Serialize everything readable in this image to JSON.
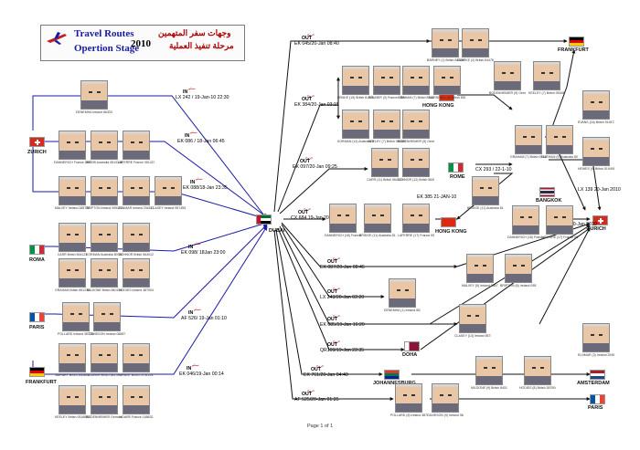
{
  "title": {
    "line1": "Travel Routes",
    "line2": "Opertion Stage",
    "year": "2010",
    "arabic1": "وجهات سفر المتهمين",
    "arabic2": "مرحلة تنفيذ العملية"
  },
  "hub": {
    "name": "DUBAI"
  },
  "places": [
    {
      "key": "zurich_l",
      "name": "ZURICH"
    },
    {
      "key": "roma",
      "name": "ROMA"
    },
    {
      "key": "paris_l",
      "name": "PARIS"
    },
    {
      "key": "frankfurt_l",
      "name": "FRANKFURT"
    },
    {
      "key": "frankfurt_r",
      "name": "FRANKFURT"
    },
    {
      "key": "hongkong1",
      "name": "HONG KONG"
    },
    {
      "key": "rome",
      "name": "ROME"
    },
    {
      "key": "bangkok",
      "name": "BANGKOK"
    },
    {
      "key": "hongkong2",
      "name": "HONG KONG"
    },
    {
      "key": "zurich_r",
      "name": "ZURICH"
    },
    {
      "key": "doha",
      "name": "DOHA"
    },
    {
      "key": "johannesburg",
      "name": "JOHANNESBURG"
    },
    {
      "key": "amsterdam",
      "name": "AMSTERDAM"
    },
    {
      "key": "paris_r",
      "name": "PARIS"
    }
  ],
  "arabic_in": "تسلم",
  "arabic_out": "خروج",
  "flights": [
    {
      "key": "lx242",
      "dir": "IN",
      "text": "LX 242 / 19-Jan-10 22:30"
    },
    {
      "key": "ek086",
      "dir": "IN",
      "text": "EK 086 / 18-Jan 06:45"
    },
    {
      "key": "ek088",
      "dir": "IN",
      "text": "EK 088/18-Jan 23:35"
    },
    {
      "key": "ek098",
      "dir": "IN",
      "text": "EK 098/ 18Jan 23:00"
    },
    {
      "key": "af526",
      "dir": "IN",
      "text": "AF 526/ 19-Jan 01:10"
    },
    {
      "key": "ek046",
      "dir": "IN",
      "text": "EK 046/19-Jan 00:14"
    },
    {
      "key": "ek045",
      "dir": "OUT",
      "text": "EK 045/20-Jan 08:40"
    },
    {
      "key": "ek384",
      "dir": "OUT",
      "text": "EK 384/20-Jan 03:15"
    },
    {
      "key": "ek097",
      "dir": "OUT",
      "text": "EK 097/20-Jan 09:25"
    },
    {
      "key": "cx684",
      "dir": "OUT",
      "text": "CX 684 19-Jan 20:40"
    },
    {
      "key": "ek087",
      "dir": "OUT",
      "text": "EK 087/20-Jan 08:45"
    },
    {
      "key": "lx243",
      "dir": "OUT",
      "text": "LX 243/20-Jan 02:20"
    },
    {
      "key": "ek085",
      "dir": "OUT",
      "text": "EK 085/19-Jan 16:20"
    },
    {
      "key": "qr109",
      "dir": "OUT",
      "text": "QR109/19-Jan 22:35"
    },
    {
      "key": "ek761",
      "dir": "OUT",
      "text": "EK 761/20-Jan 04:40"
    },
    {
      "key": "af525",
      "dir": "OUT",
      "text": "AF 525/20-Jan 01:35"
    },
    {
      "key": "cx293",
      "dir": "",
      "text": "CX 293 / 22-1-10"
    },
    {
      "key": "ek385",
      "dir": "",
      "text": "EK 385 21-JAN-10"
    },
    {
      "key": "lx139a",
      "dir": "",
      "text": "LX 139 20-Jan 2010"
    },
    {
      "key": "lx139b",
      "dir": "",
      "text": "LX 139 20-Jan 2010"
    }
  ],
  "people": [
    {
      "key": "p_zl1",
      "caption": "DENEMHA Ireland 6633393"
    },
    {
      "key": "p_zl2",
      "caption": "DANNERICH France 1699025"
    },
    {
      "key": "p_zl3",
      "caption": "BRIDB Australia 0813145"
    },
    {
      "key": "p_zl4",
      "caption": "LAFERRE France 051427"
    },
    {
      "key": "p_zl5",
      "caption": "MALVEY Ireland 285778"
    },
    {
      "key": "p_zl6",
      "caption": "BRIPTON Ireland 095126"
    },
    {
      "key": "p_zl7",
      "caption": "ELNMAR Ireland 294517"
    },
    {
      "key": "p_zl8",
      "caption": "CLASEY Ireland 557455"
    },
    {
      "key": "p_ro1",
      "caption": "CARR Britsh 564123"
    },
    {
      "key": "p_ro2",
      "caption": "KORMAN Australia 803456"
    },
    {
      "key": "p_ro3",
      "caption": "SCHNOR Britsh 564012"
    },
    {
      "key": "p_ro4",
      "caption": "GRAHAM Britsh 851238"
    },
    {
      "key": "p_ro5",
      "caption": "MILDONE Britsh 840156"
    },
    {
      "key": "p_ro6",
      "caption": "HODIES Ireland 387904"
    },
    {
      "key": "p_pa1",
      "caption": "POLLARD Ireland 387794"
    },
    {
      "key": "p_pa2",
      "caption": "DAVIESON Ireland 068875"
    },
    {
      "key": "p_fr1",
      "caption": "BARNEY Britsh 840859"
    },
    {
      "key": "p_fr2",
      "caption": "CLARKE Britsh 644780"
    },
    {
      "key": "p_fr3",
      "caption": "GRANT Britsh 0704153"
    },
    {
      "key": "p_fr4",
      "caption": "KEELEY Britsh 0516898"
    },
    {
      "key": "p_fr5",
      "caption": "BODENHEIMER German 74651"
    },
    {
      "key": "p_fr6",
      "caption": "HOARE France 168632"
    },
    {
      "key": "p_o1",
      "caption": "BARNEY (1) Britsh 840859"
    },
    {
      "key": "p_o2",
      "caption": "CLARKE (2) Britsh 644780"
    },
    {
      "key": "p_o3",
      "caption": "DRAKE (19) Britsh 817417"
    },
    {
      "key": "p_o4",
      "caption": "BRUNER (3) France 189461"
    },
    {
      "key": "p_o5",
      "caption": "GRAHAM (7) Britsh 851238"
    },
    {
      "key": "p_o6",
      "caption": "MARSHALL (6) Britsh 851356"
    },
    {
      "key": "p_o7",
      "caption": "KORMAN (14) Australia 803456"
    },
    {
      "key": "p_o8",
      "caption": "KEELEY (7) Britsh 0516898"
    },
    {
      "key": "p_o9",
      "caption": "BODENHEIMER (5) German 74651"
    },
    {
      "key": "p_o10",
      "caption": "BODENHEIMER (5) German 74651"
    },
    {
      "key": "p_o11",
      "caption": "KEELEY (7) Britsh 0516898"
    },
    {
      "key": "p_o12",
      "caption": "EVANS (16) Britsh 519472"
    },
    {
      "key": "p_o13",
      "caption": "GRAHAM (7) Britsh 0514798"
    },
    {
      "key": "p_o14",
      "caption": "DURHAM (5) Australia 803456"
    },
    {
      "key": "p_o15",
      "caption": "HEWES (9) Britsh 519491"
    },
    {
      "key": "p_o16",
      "caption": "CARR (11) Britsh 564123"
    },
    {
      "key": "p_o17",
      "caption": "SCHNOR (12) Britsh 564012"
    },
    {
      "key": "p_o18",
      "caption": "BRIDGE (11) Australia 813145"
    },
    {
      "key": "p_o19",
      "caption": "DANNERICH (18) France 169025"
    },
    {
      "key": "p_o20",
      "caption": "BRIDGE (11) Australia 813145"
    },
    {
      "key": "p_o21",
      "caption": "LAFERRE (17) France 051427"
    },
    {
      "key": "p_o22",
      "caption": "DANNERICH (18) France 169025"
    },
    {
      "key": "p_o23",
      "caption": "LAFERRE (17) France 051427"
    },
    {
      "key": "p_o24",
      "caption": "MALVEY (5) Ireland 285778"
    },
    {
      "key": "p_o25",
      "caption": "BRIPTON (6) Ireland 095126"
    },
    {
      "key": "p_o26",
      "caption": "DENEMHA (1) Ireland 6633393"
    },
    {
      "key": "p_o27",
      "caption": "CLASEY (13) Ireland 557455"
    },
    {
      "key": "p_o28",
      "caption": "ELNMAR (3) Ireland 294517"
    },
    {
      "key": "p_o29",
      "caption": "MILDONE (9) Britsh 840156"
    },
    {
      "key": "p_o30",
      "caption": "HODIES (8) Britsh 387904"
    },
    {
      "key": "p_o31",
      "caption": "POLLARD (8) Ireland 387794"
    },
    {
      "key": "p_o32",
      "caption": "DAVIESON (9) Ireland 068875"
    }
  ],
  "footer": "Page 1 of 1"
}
